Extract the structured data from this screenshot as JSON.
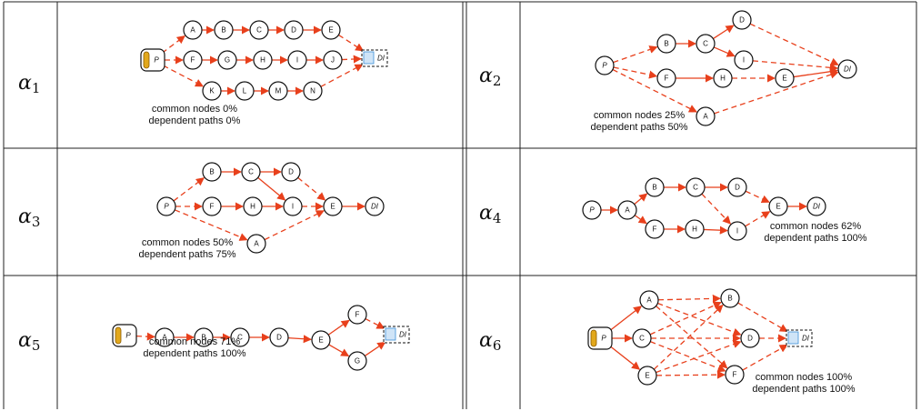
{
  "panels": [
    {
      "id": "a1",
      "alpha": "α",
      "sub": "1",
      "caption": [
        "common nodes 0%",
        "dependent paths 0%"
      ],
      "nodes": [
        {
          "id": "P",
          "label": "P",
          "kind": "process"
        },
        {
          "id": "A",
          "label": "A"
        },
        {
          "id": "B",
          "label": "B"
        },
        {
          "id": "C",
          "label": "C"
        },
        {
          "id": "D",
          "label": "D"
        },
        {
          "id": "E",
          "label": "E"
        },
        {
          "id": "F",
          "label": "F"
        },
        {
          "id": "G",
          "label": "G"
        },
        {
          "id": "H",
          "label": "H"
        },
        {
          "id": "I",
          "label": "I"
        },
        {
          "id": "J",
          "label": "J"
        },
        {
          "id": "K",
          "label": "K"
        },
        {
          "id": "L",
          "label": "L"
        },
        {
          "id": "M",
          "label": "M"
        },
        {
          "id": "N",
          "label": "N"
        },
        {
          "id": "DI",
          "label": "DI",
          "kind": "data"
        }
      ],
      "edges": [
        {
          "from": "P",
          "to": "A",
          "style": "dashed"
        },
        {
          "from": "A",
          "to": "B",
          "style": "solid"
        },
        {
          "from": "B",
          "to": "C",
          "style": "solid"
        },
        {
          "from": "C",
          "to": "D",
          "style": "solid"
        },
        {
          "from": "D",
          "to": "E",
          "style": "solid"
        },
        {
          "from": "E",
          "to": "DI",
          "style": "dashed"
        },
        {
          "from": "P",
          "to": "F",
          "style": "dashed"
        },
        {
          "from": "F",
          "to": "G",
          "style": "solid"
        },
        {
          "from": "G",
          "to": "H",
          "style": "solid"
        },
        {
          "from": "H",
          "to": "I",
          "style": "solid"
        },
        {
          "from": "I",
          "to": "J",
          "style": "solid"
        },
        {
          "from": "J",
          "to": "DI",
          "style": "dashed"
        },
        {
          "from": "P",
          "to": "K",
          "style": "dashed"
        },
        {
          "from": "K",
          "to": "L",
          "style": "solid"
        },
        {
          "from": "L",
          "to": "M",
          "style": "solid"
        },
        {
          "from": "M",
          "to": "N",
          "style": "solid"
        },
        {
          "from": "N",
          "to": "DI",
          "style": "dashed"
        }
      ]
    },
    {
      "id": "a2",
      "alpha": "α",
      "sub": "2",
      "caption": [
        "common nodes 25%",
        "dependent paths 50%"
      ],
      "nodes": [
        {
          "id": "P",
          "label": "P"
        },
        {
          "id": "B",
          "label": "B"
        },
        {
          "id": "C",
          "label": "C"
        },
        {
          "id": "D",
          "label": "D"
        },
        {
          "id": "I",
          "label": "I"
        },
        {
          "id": "F",
          "label": "F"
        },
        {
          "id": "H",
          "label": "H"
        },
        {
          "id": "E",
          "label": "E"
        },
        {
          "id": "A",
          "label": "A"
        },
        {
          "id": "DI",
          "label": "DI"
        }
      ],
      "edges": [
        {
          "from": "P",
          "to": "B",
          "style": "dashed"
        },
        {
          "from": "B",
          "to": "C",
          "style": "solid"
        },
        {
          "from": "C",
          "to": "D",
          "style": "solid"
        },
        {
          "from": "C",
          "to": "I",
          "style": "solid"
        },
        {
          "from": "D",
          "to": "DI",
          "style": "dashed"
        },
        {
          "from": "I",
          "to": "DI",
          "style": "dashed"
        },
        {
          "from": "P",
          "to": "F",
          "style": "dashed"
        },
        {
          "from": "F",
          "to": "H",
          "style": "solid"
        },
        {
          "from": "H",
          "to": "E",
          "style": "dashed"
        },
        {
          "from": "E",
          "to": "DI",
          "style": "solid"
        },
        {
          "from": "P",
          "to": "A",
          "style": "dashed"
        },
        {
          "from": "A",
          "to": "DI",
          "style": "dashed"
        }
      ]
    },
    {
      "id": "a3",
      "alpha": "α",
      "sub": "3",
      "caption": [
        "common nodes 50%",
        "dependent paths 75%"
      ],
      "nodes": [
        {
          "id": "P",
          "label": "P"
        },
        {
          "id": "B",
          "label": "B"
        },
        {
          "id": "C",
          "label": "C"
        },
        {
          "id": "D",
          "label": "D"
        },
        {
          "id": "F",
          "label": "F"
        },
        {
          "id": "H",
          "label": "H"
        },
        {
          "id": "I",
          "label": "I"
        },
        {
          "id": "E",
          "label": "E"
        },
        {
          "id": "A",
          "label": "A"
        },
        {
          "id": "DI",
          "label": "DI"
        }
      ],
      "edges": [
        {
          "from": "P",
          "to": "B",
          "style": "dashed"
        },
        {
          "from": "B",
          "to": "C",
          "style": "solid"
        },
        {
          "from": "C",
          "to": "D",
          "style": "solid"
        },
        {
          "from": "C",
          "to": "I",
          "style": "solid"
        },
        {
          "from": "D",
          "to": "E",
          "style": "dashed"
        },
        {
          "from": "P",
          "to": "F",
          "style": "dashed"
        },
        {
          "from": "F",
          "to": "H",
          "style": "solid"
        },
        {
          "from": "H",
          "to": "I",
          "style": "solid"
        },
        {
          "from": "I",
          "to": "E",
          "style": "dashed"
        },
        {
          "from": "E",
          "to": "DI",
          "style": "solid"
        },
        {
          "from": "P",
          "to": "A",
          "style": "dashed"
        },
        {
          "from": "A",
          "to": "E",
          "style": "dashed"
        }
      ]
    },
    {
      "id": "a4",
      "alpha": "α",
      "sub": "4",
      "caption": [
        "common nodes 62%",
        "dependent paths 100%"
      ],
      "nodes": [
        {
          "id": "P",
          "label": "P"
        },
        {
          "id": "A",
          "label": "A"
        },
        {
          "id": "B",
          "label": "B"
        },
        {
          "id": "C",
          "label": "C"
        },
        {
          "id": "D",
          "label": "D"
        },
        {
          "id": "F",
          "label": "F"
        },
        {
          "id": "H",
          "label": "H"
        },
        {
          "id": "I",
          "label": "I"
        },
        {
          "id": "E",
          "label": "E"
        },
        {
          "id": "DI",
          "label": "DI"
        }
      ],
      "edges": [
        {
          "from": "P",
          "to": "A",
          "style": "solid"
        },
        {
          "from": "A",
          "to": "B",
          "style": "solid"
        },
        {
          "from": "A",
          "to": "F",
          "style": "solid"
        },
        {
          "from": "B",
          "to": "C",
          "style": "solid"
        },
        {
          "from": "C",
          "to": "D",
          "style": "solid"
        },
        {
          "from": "C",
          "to": "I",
          "style": "dashed"
        },
        {
          "from": "D",
          "to": "E",
          "style": "dashed"
        },
        {
          "from": "F",
          "to": "H",
          "style": "solid"
        },
        {
          "from": "H",
          "to": "I",
          "style": "solid"
        },
        {
          "from": "I",
          "to": "E",
          "style": "dashed"
        },
        {
          "from": "E",
          "to": "DI",
          "style": "solid"
        }
      ]
    },
    {
      "id": "a5",
      "alpha": "α",
      "sub": "5",
      "caption": [
        "common nodes 71%",
        "dependent paths 100%"
      ],
      "nodes": [
        {
          "id": "P",
          "label": "P",
          "kind": "process"
        },
        {
          "id": "A",
          "label": "A"
        },
        {
          "id": "B",
          "label": "B"
        },
        {
          "id": "C",
          "label": "C"
        },
        {
          "id": "D",
          "label": "D"
        },
        {
          "id": "E",
          "label": "E"
        },
        {
          "id": "F",
          "label": "F"
        },
        {
          "id": "G",
          "label": "G"
        },
        {
          "id": "DI",
          "label": "DI",
          "kind": "data"
        }
      ],
      "edges": [
        {
          "from": "P",
          "to": "A",
          "style": "dashed"
        },
        {
          "from": "A",
          "to": "B",
          "style": "solid"
        },
        {
          "from": "B",
          "to": "C",
          "style": "solid"
        },
        {
          "from": "C",
          "to": "D",
          "style": "solid"
        },
        {
          "from": "D",
          "to": "E",
          "style": "solid"
        },
        {
          "from": "E",
          "to": "F",
          "style": "solid"
        },
        {
          "from": "E",
          "to": "G",
          "style": "solid"
        },
        {
          "from": "F",
          "to": "DI",
          "style": "dashed"
        },
        {
          "from": "G",
          "to": "DI",
          "style": "solid"
        }
      ]
    },
    {
      "id": "a6",
      "alpha": "α",
      "sub": "6",
      "caption": [
        "common nodes 100%",
        "dependent paths 100%"
      ],
      "nodes": [
        {
          "id": "P",
          "label": "P",
          "kind": "process"
        },
        {
          "id": "A",
          "label": "A"
        },
        {
          "id": "C",
          "label": "C"
        },
        {
          "id": "E",
          "label": "E"
        },
        {
          "id": "B",
          "label": "B"
        },
        {
          "id": "D",
          "label": "D"
        },
        {
          "id": "F",
          "label": "F"
        },
        {
          "id": "DI",
          "label": "DI",
          "kind": "data"
        }
      ],
      "edges": [
        {
          "from": "P",
          "to": "A",
          "style": "solid"
        },
        {
          "from": "P",
          "to": "C",
          "style": "solid"
        },
        {
          "from": "P",
          "to": "E",
          "style": "solid"
        },
        {
          "from": "A",
          "to": "B",
          "style": "dashed"
        },
        {
          "from": "A",
          "to": "D",
          "style": "dashed"
        },
        {
          "from": "A",
          "to": "F",
          "style": "dashed"
        },
        {
          "from": "C",
          "to": "B",
          "style": "dashed"
        },
        {
          "from": "C",
          "to": "D",
          "style": "dashed"
        },
        {
          "from": "C",
          "to": "F",
          "style": "dashed"
        },
        {
          "from": "E",
          "to": "B",
          "style": "dashed"
        },
        {
          "from": "E",
          "to": "D",
          "style": "dashed"
        },
        {
          "from": "E",
          "to": "F",
          "style": "dashed"
        },
        {
          "from": "B",
          "to": "DI",
          "style": "dashed"
        },
        {
          "from": "D",
          "to": "DI",
          "style": "dashed"
        },
        {
          "from": "F",
          "to": "DI",
          "style": "dashed"
        }
      ]
    }
  ],
  "colors": {
    "edge": "#e8401c",
    "node_fill": "#ffffff",
    "node_stroke": "#111111",
    "data_icon": "#3a8fd8",
    "process_icon": "#e2a81c"
  }
}
